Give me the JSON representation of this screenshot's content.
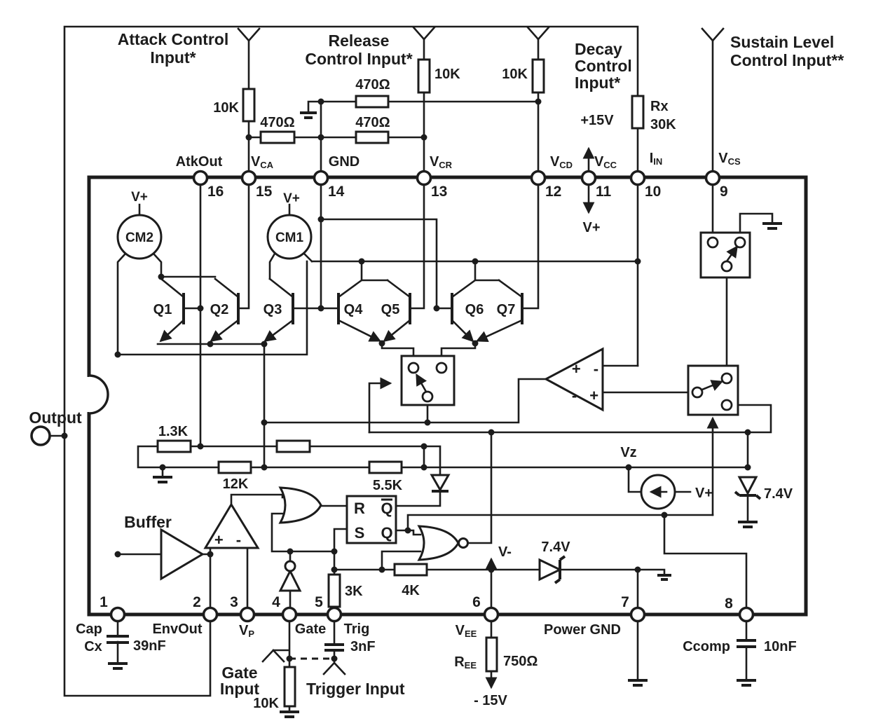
{
  "top_inputs": {
    "attack": [
      "Attack Control",
      "Input*"
    ],
    "release": [
      "Release",
      "Control Input*"
    ],
    "decay": [
      "Decay",
      "Control",
      "Input*"
    ],
    "sustain": [
      "Sustain Level",
      "Control Input**"
    ],
    "r_attack": "10K",
    "r_release": "10K",
    "r_decay": "10K",
    "r470a": "470Ω",
    "r470b": "470Ω",
    "r470c": "470Ω",
    "plus15v": "+15V",
    "rx_name": "Rx",
    "rx_value": "30K"
  },
  "pins_top": [
    {
      "num": "16",
      "name": "AtkOut",
      "sub": ""
    },
    {
      "num": "15",
      "name": "V",
      "sub": "CA"
    },
    {
      "num": "14",
      "name": "GND",
      "sub": ""
    },
    {
      "num": "13",
      "name": "V",
      "sub": "CR"
    },
    {
      "num": "12",
      "name": "V",
      "sub": "CD"
    },
    {
      "num": "11",
      "name": "V",
      "sub": "CC"
    },
    {
      "num": "10",
      "name": "I",
      "sub": "IN"
    },
    {
      "num": "9",
      "name": "V",
      "sub": "CS"
    }
  ],
  "pins_bottom": [
    {
      "num": "1",
      "name": "Cap",
      "sub": ""
    },
    {
      "num": "2",
      "name": "EnvOut",
      "sub": ""
    },
    {
      "num": "3",
      "name": "V",
      "sub": "P"
    },
    {
      "num": "4",
      "name": "Gate",
      "sub": ""
    },
    {
      "num": "5",
      "name": "Trig",
      "sub": ""
    },
    {
      "num": "6",
      "name": "V",
      "sub": "EE"
    },
    {
      "num": "7",
      "name": "Power GND",
      "sub": ""
    },
    {
      "num": "8",
      "name": "",
      "sub": ""
    }
  ],
  "internal": {
    "cm1": "CM1",
    "cm2": "CM2",
    "vplus_cm1": "V+",
    "vplus_cm2": "V+",
    "vplus_pin11": "V+",
    "q": [
      "Q1",
      "Q2",
      "Q3",
      "Q4",
      "Q5",
      "Q6",
      "Q7"
    ],
    "buffer": "Buffer",
    "r13": "1.3K",
    "r12": "12K",
    "r55": "5.5K",
    "r3": "3K",
    "r4": "4K",
    "ff": {
      "r": "R",
      "s": "S",
      "q": "Q",
      "qbar": "Q"
    },
    "comp_top_signs": "+ -",
    "comp_bottom_signs": "- +",
    "comp2_signs": "+ -",
    "vz": "Vz",
    "vplus_cs": "V+",
    "vminus": "V-",
    "zener_left": "7.4V",
    "zener_right": "7.4V"
  },
  "bottom": {
    "output": "Output",
    "cx_name": "Cx",
    "cx_value": "39nF",
    "gate_input": [
      "Gate",
      "Input"
    ],
    "gate_r": "10K",
    "trigger_input": "Trigger Input",
    "trig_c": "3nF",
    "ree_main": "R",
    "ree_sub": "EE",
    "ree_value": "750Ω",
    "minus15v": "- 15V",
    "ccomp_name": "Ccomp",
    "ccomp_value": "10nF"
  }
}
